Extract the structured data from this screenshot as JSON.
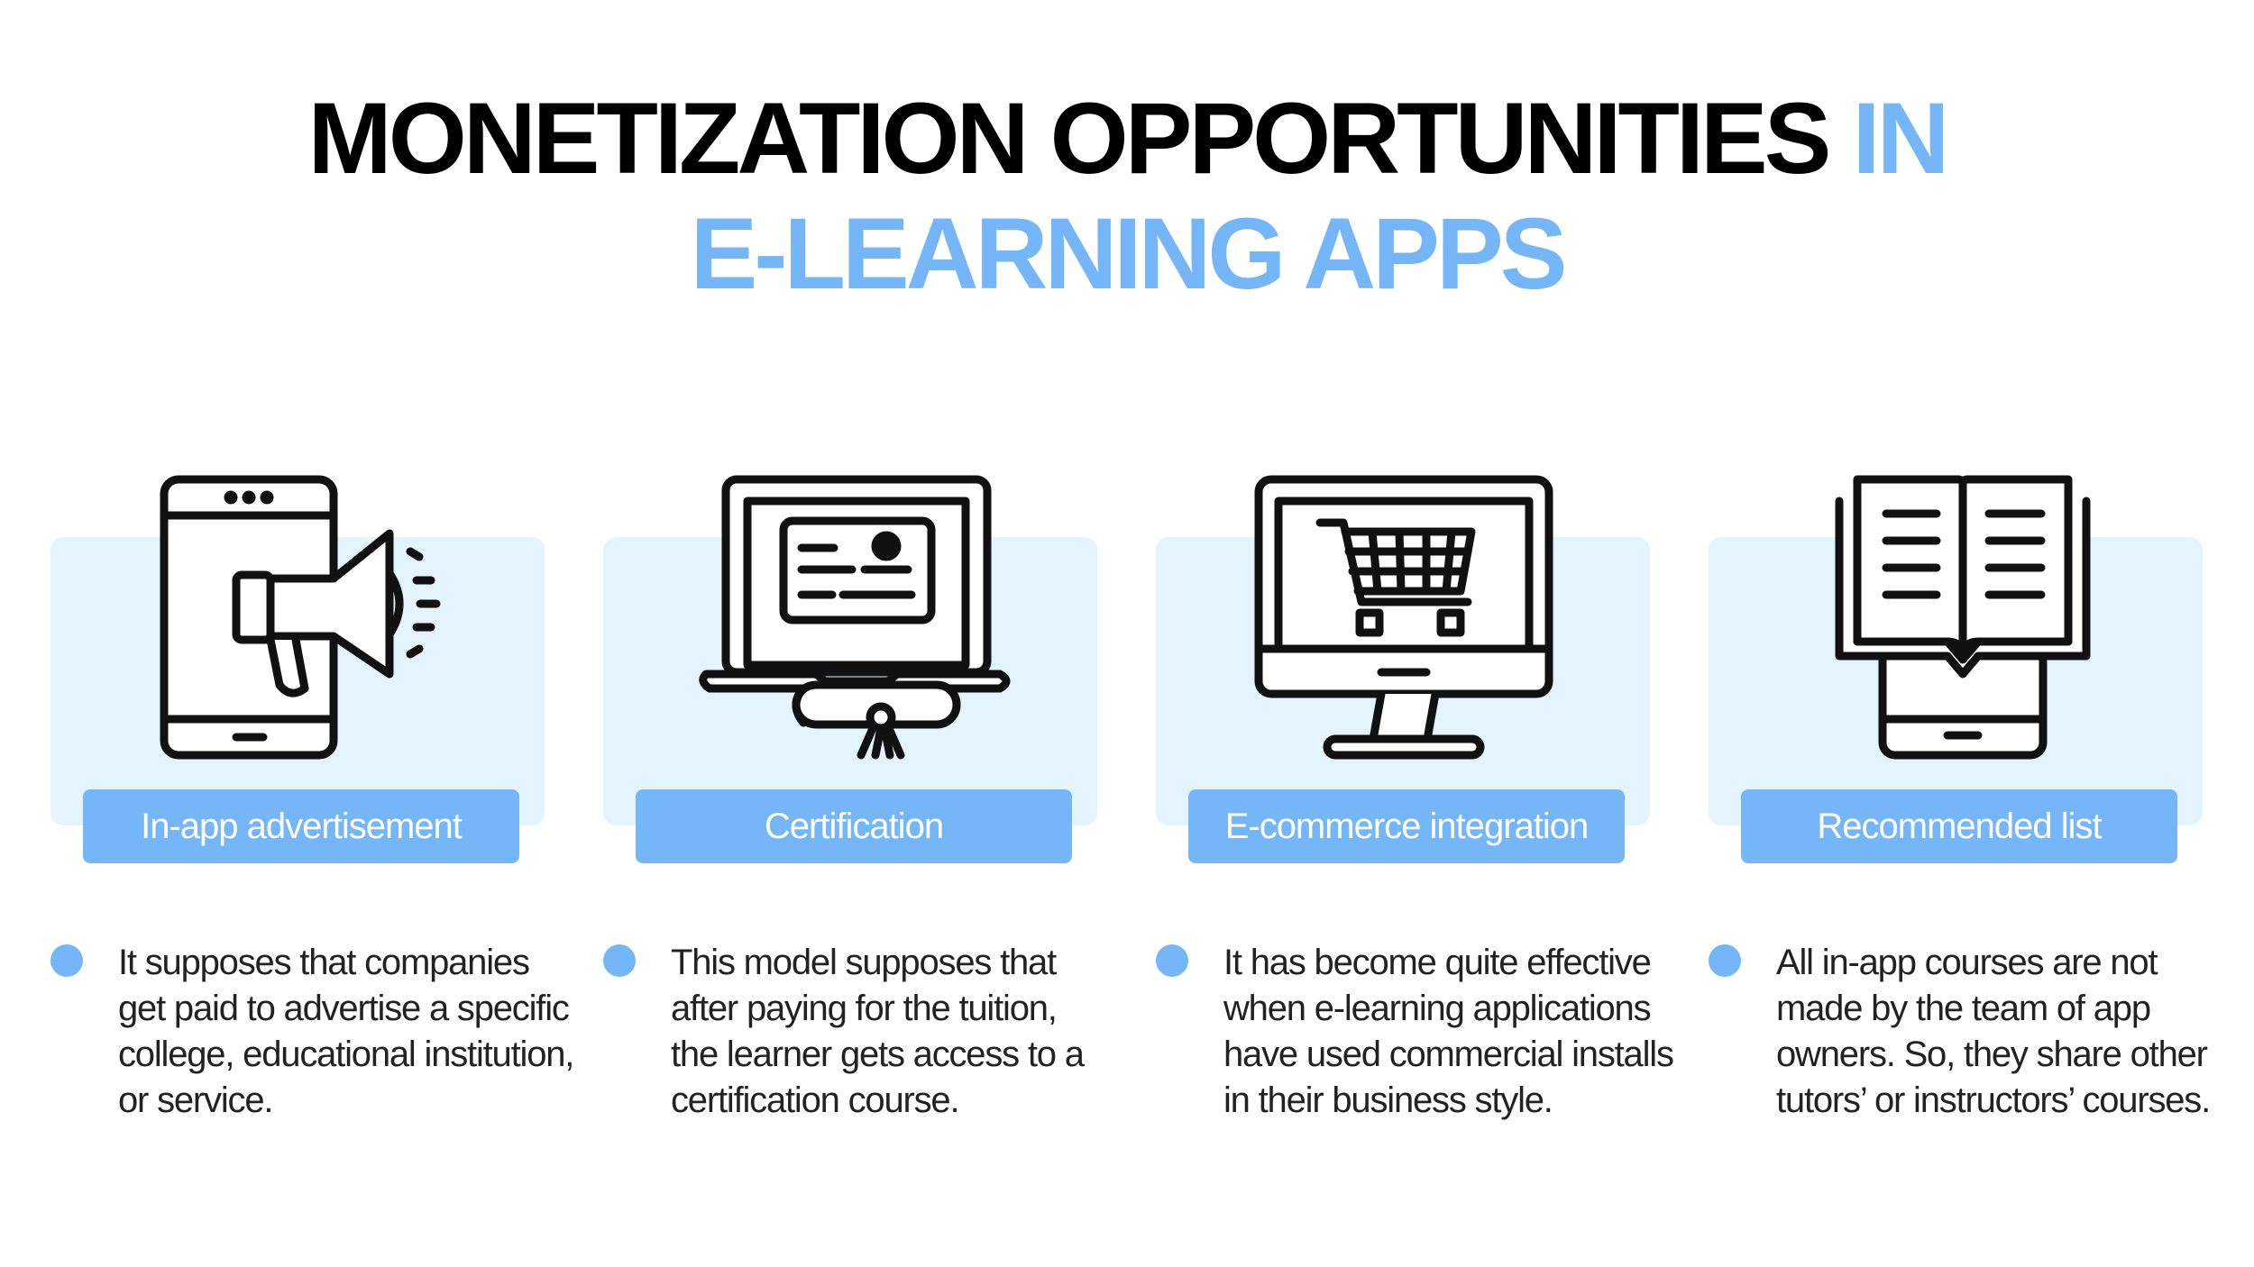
{
  "title": {
    "line1_main": "MONETIZATION OPPORTUNITIES",
    "line1_accent": "IN",
    "line2": "E-LEARNING APPS"
  },
  "colors": {
    "accent": "#74b6f7",
    "card_background": "#e4f4fd",
    "text": "#222222"
  },
  "items": [
    {
      "icon": "smartphone-megaphone-icon",
      "label": "In-app advertisement",
      "description": [
        "It supposes that companies",
        "get paid to advertise a specific",
        "college, educational institution,",
        "or service."
      ]
    },
    {
      "icon": "laptop-certificate-icon",
      "label": "Certification",
      "description": [
        "This model supposes that",
        "after paying for the tuition,",
        "the learner gets access to a",
        "certification course."
      ]
    },
    {
      "icon": "monitor-shopping-cart-icon",
      "label": "E-commerce integration",
      "description": [
        "It has become quite effective",
        "when e-learning applications",
        "have used commercial installs",
        "in their business style."
      ]
    },
    {
      "icon": "open-book-phone-icon",
      "label": "Recommended list",
      "description": [
        "All in-app courses are not",
        "made by the team of app",
        "owners. So, they share other",
        "tutors’ or instructors’ courses."
      ]
    }
  ]
}
